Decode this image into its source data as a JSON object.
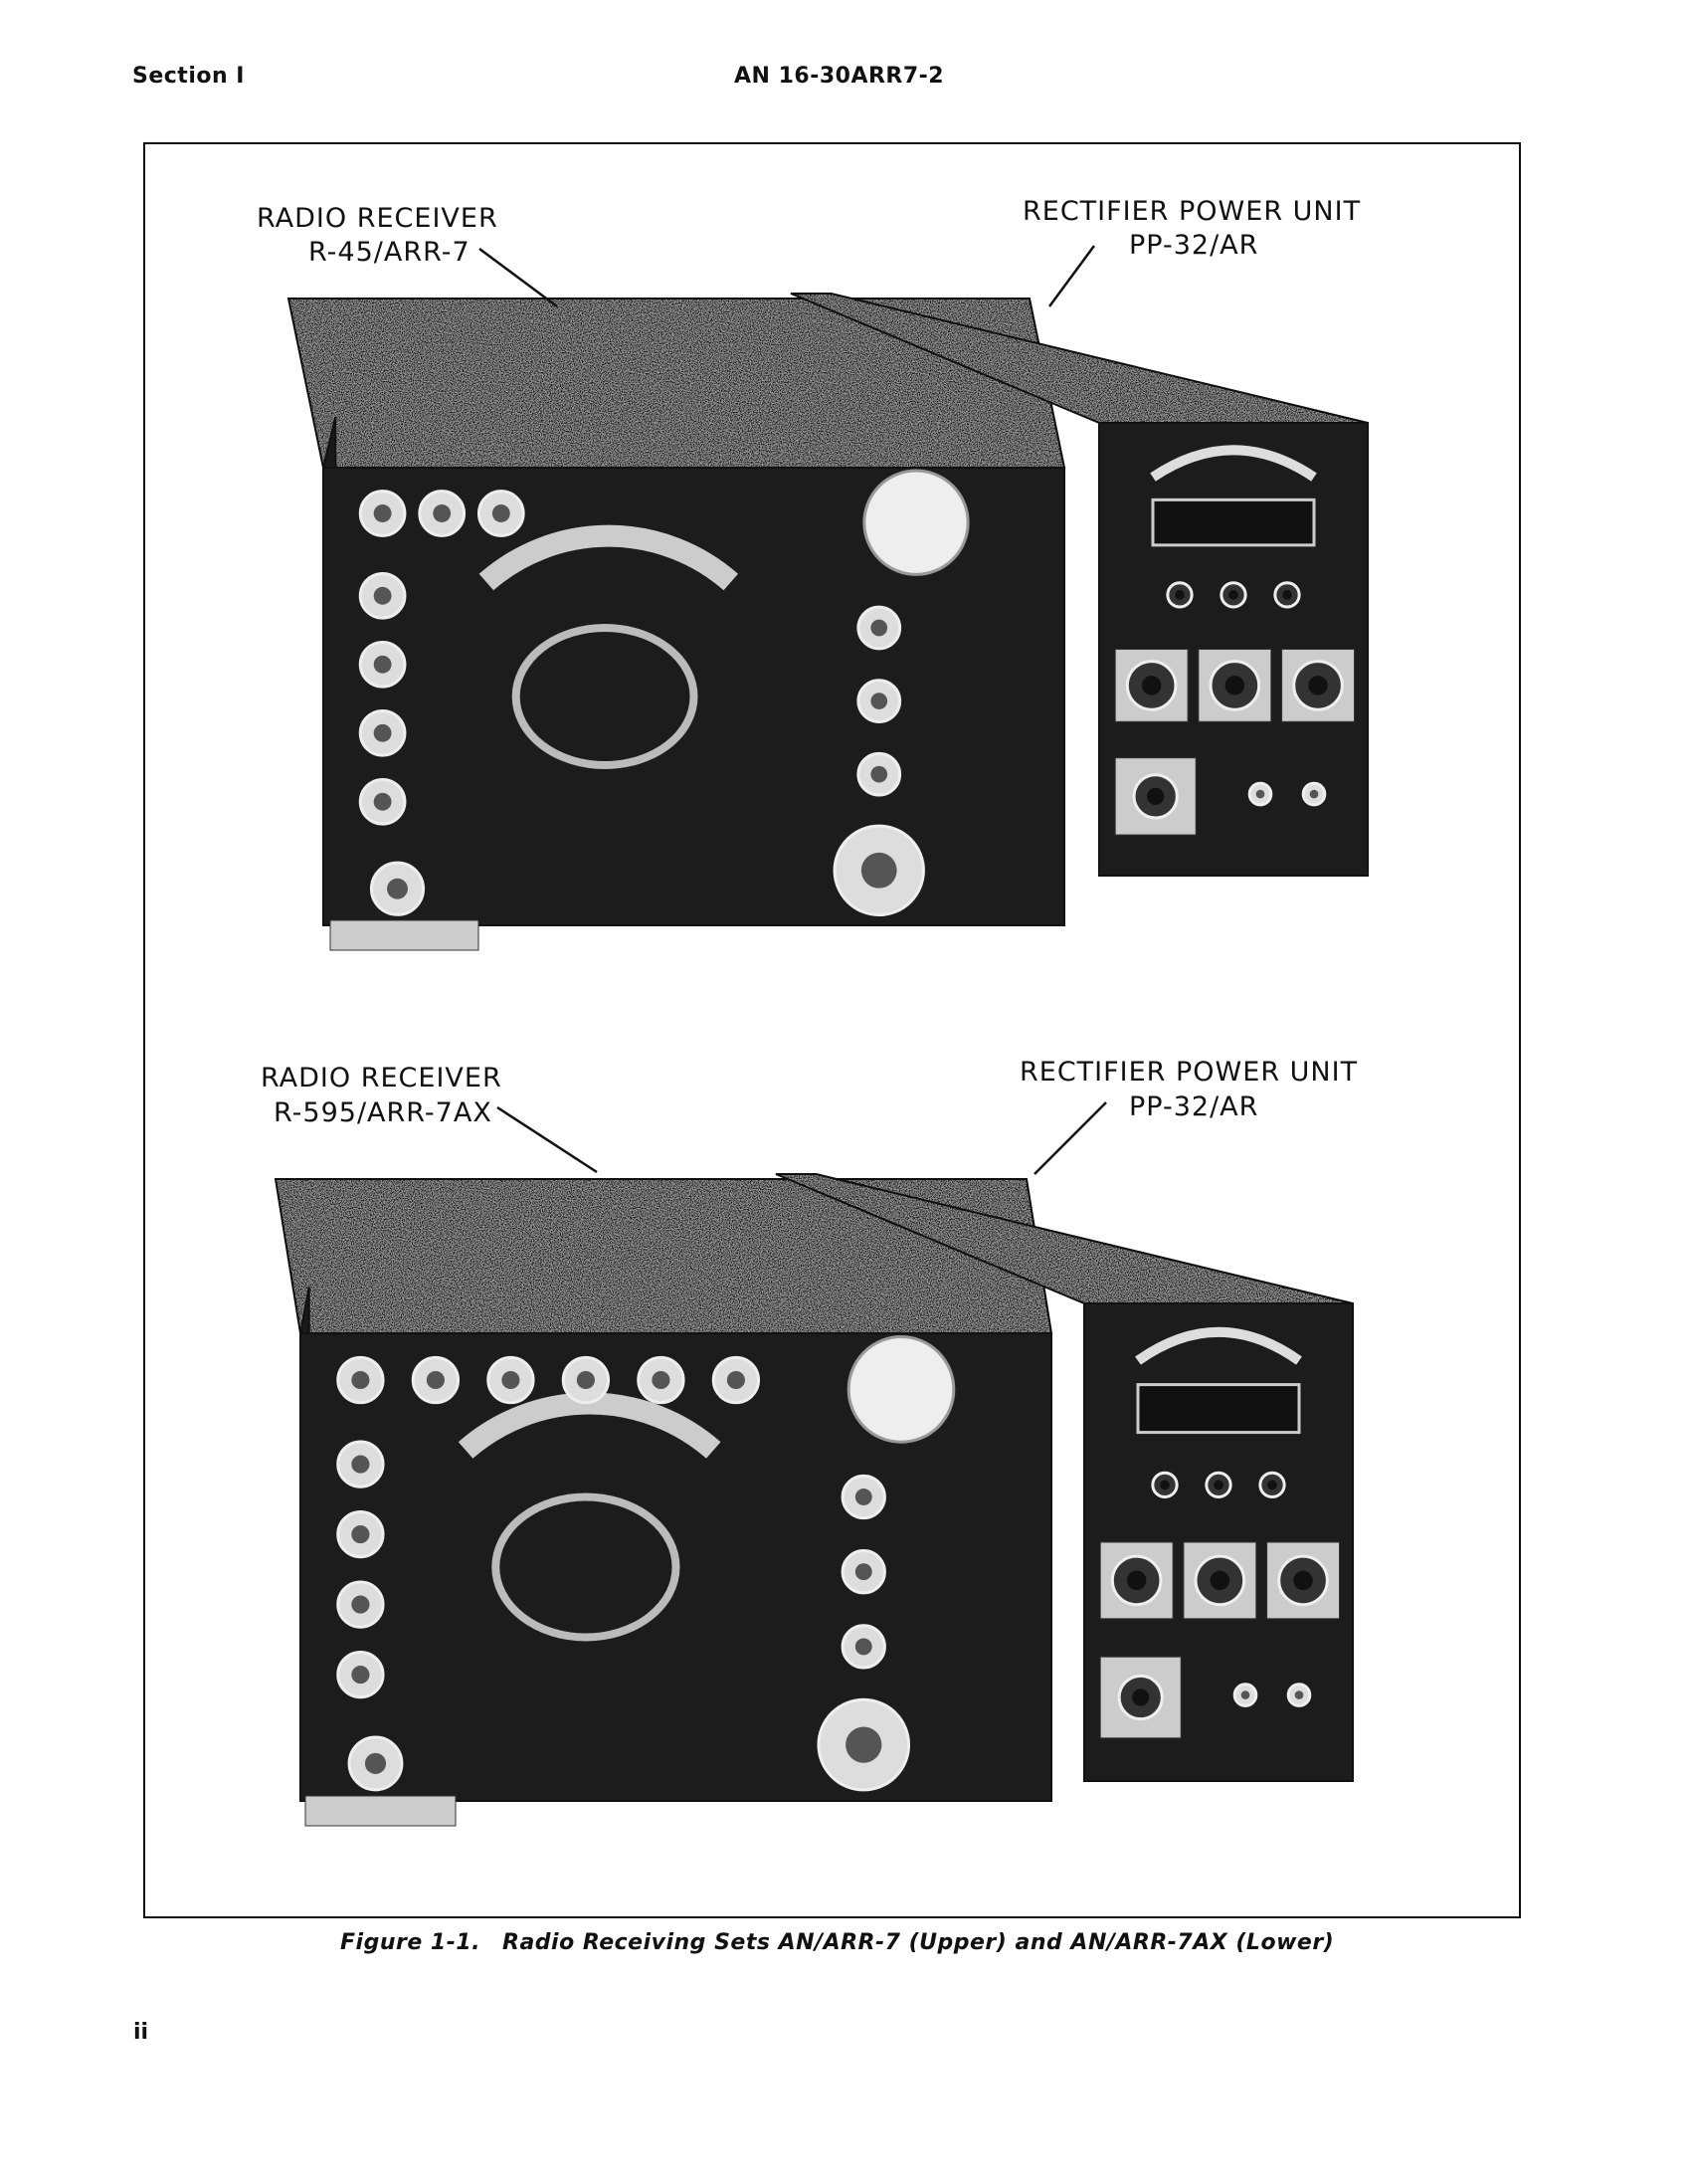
{
  "header": {
    "section": "Section I",
    "doc_number": "AN 16-30ARR7-2"
  },
  "upper": {
    "receiver_label": "RADIO RECEIVER",
    "receiver_model": "R-45/ARR-7",
    "power_label": "RECTIFIER POWER UNIT",
    "power_model": "PP-32/AR"
  },
  "lower": {
    "receiver_label": "RADIO RECEIVER",
    "receiver_model": "R-595/ARR-7AX",
    "power_label": "RECTIFIER POWER UNIT",
    "power_model": "PP-32/AR"
  },
  "caption": {
    "figure": "Figure 1-1.",
    "text": "Radio Receiving Sets AN/ARR-7 (Upper) and AN/ARR-7AX (Lower)"
  },
  "footer": {
    "page": "ii"
  }
}
